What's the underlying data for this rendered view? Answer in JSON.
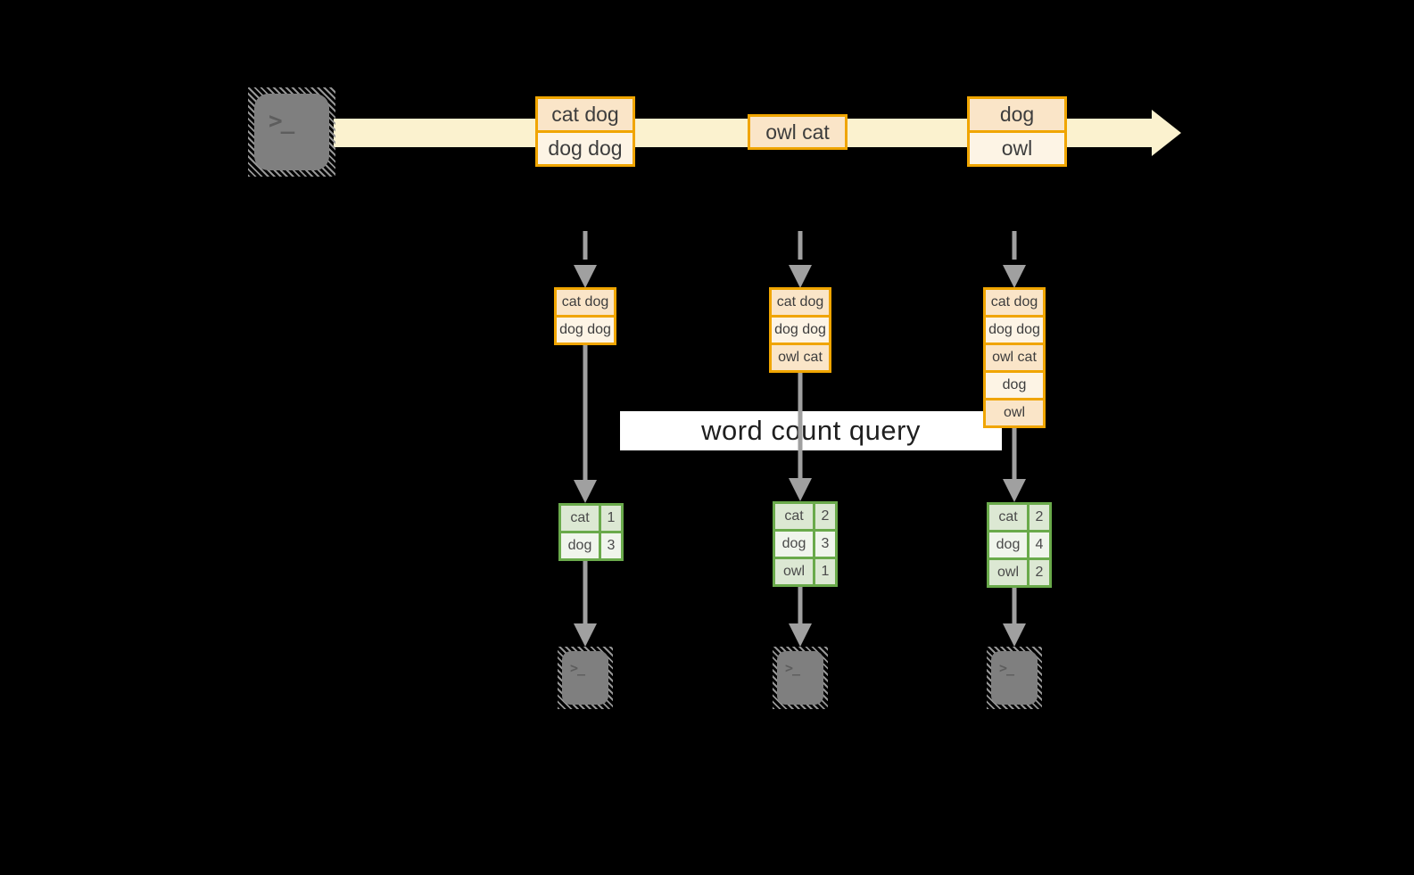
{
  "title_label": "word count query",
  "icons": {
    "source": "terminal-icon",
    "sink": "terminal-icon",
    "glyph": ">_"
  },
  "stream_events": {
    "e1": {
      "l1": "cat dog",
      "l2": "dog dog"
    },
    "e2": {
      "l1": "owl cat"
    },
    "e3": {
      "l1": "dog",
      "l2": "owl"
    }
  },
  "buffers": {
    "b1": {
      "r1": "cat dog",
      "r2": "dog dog"
    },
    "b2": {
      "r1": "cat dog",
      "r2": "dog dog",
      "r3": "owl cat"
    },
    "b3": {
      "r1": "cat dog",
      "r2": "dog dog",
      "r3": "owl cat",
      "r4": "dog",
      "r5": "owl"
    }
  },
  "tables": {
    "t1": {
      "r1": {
        "word": "cat",
        "count": "1"
      },
      "r2": {
        "word": "dog",
        "count": "3"
      }
    },
    "t2": {
      "r1": {
        "word": "cat",
        "count": "2"
      },
      "r2": {
        "word": "dog",
        "count": "3"
      },
      "r3": {
        "word": "owl",
        "count": "1"
      }
    },
    "t3": {
      "r1": {
        "word": "cat",
        "count": "2"
      },
      "r2": {
        "word": "dog",
        "count": "4"
      },
      "r3": {
        "word": "owl",
        "count": "2"
      }
    }
  },
  "colors": {
    "background": "#000000",
    "stream": "#FBF2CF",
    "box_border": "#F0A500",
    "box_fill_dark": "#FAE5C8",
    "box_fill_light": "#FDF4E5",
    "table_border": "#6AAA4B",
    "table_fill_dark": "#DCE8D3",
    "table_fill_light": "#F0F5EC",
    "arrow_gray": "#A0A0A0",
    "terminal_gray": "#7F7F7F"
  }
}
